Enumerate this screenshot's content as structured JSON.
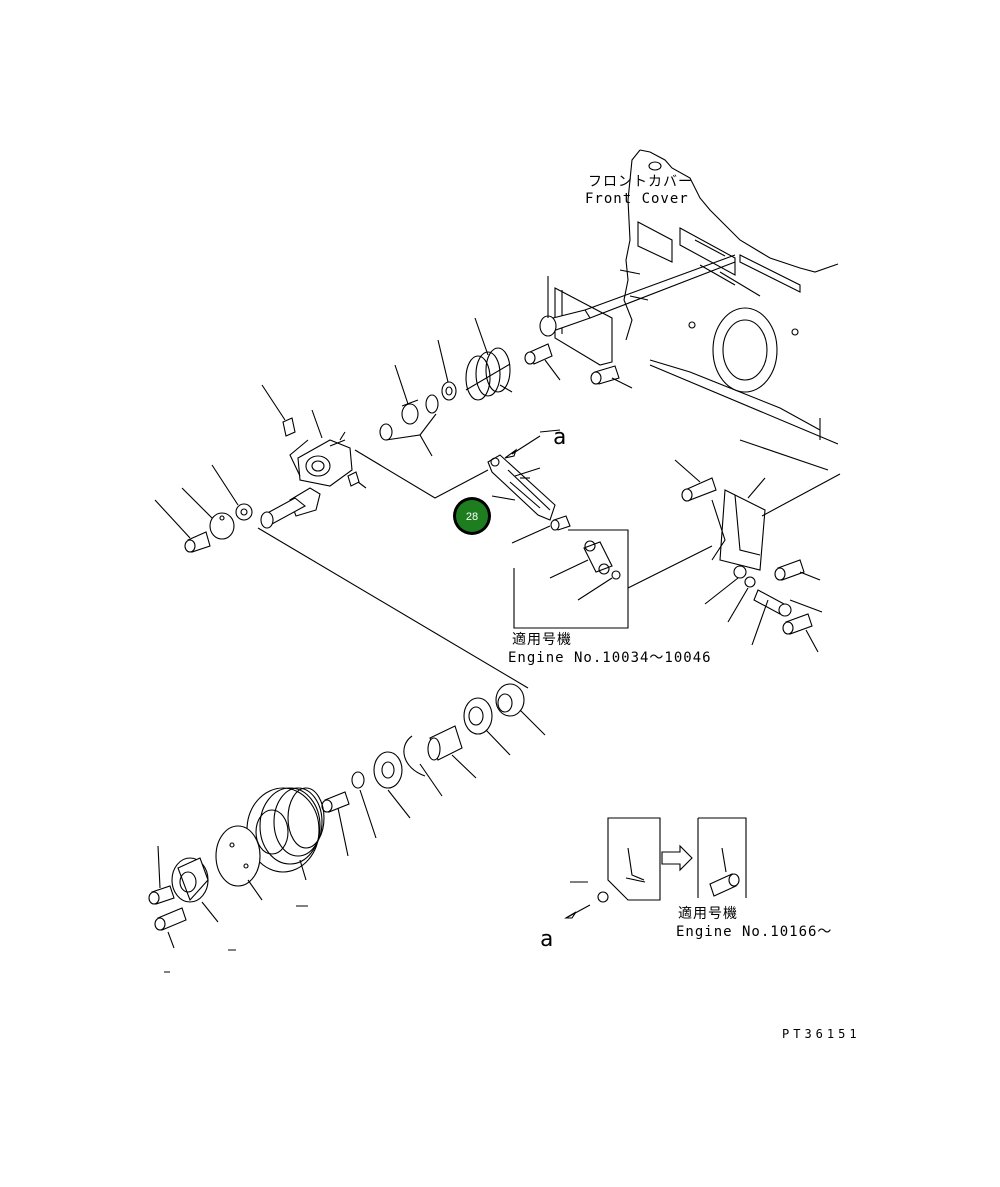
{
  "labels": {
    "front_cover_jp": "フロントカバー",
    "front_cover_en": "Front Cover",
    "serial_jp_1": "適用号機",
    "serial_en_1": "Engine No.10034～10046",
    "serial_jp_2": "適用号機",
    "serial_en_2": "Engine No.10166～",
    "ref_a_top": "a",
    "ref_a_bottom": "a",
    "drawing_code": "PT36151"
  },
  "callout": {
    "number": "28",
    "color": "#1e7d1e"
  },
  "colors": {
    "line": "#000000",
    "background": "#ffffff"
  }
}
